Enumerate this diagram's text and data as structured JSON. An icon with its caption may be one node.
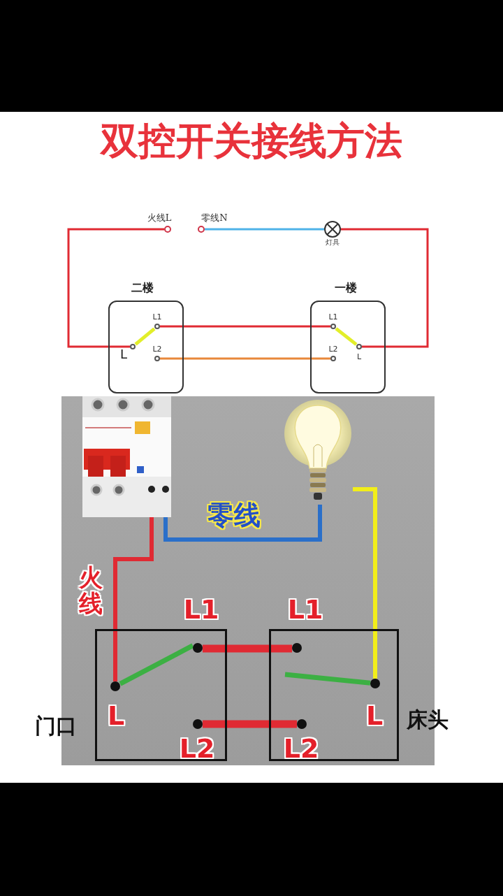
{
  "diagram": {
    "title": "双控开关接线方法",
    "nodes": [
      {
        "text": [],
        "shape": "circle",
        "beside": [
          "火线L"
        ]
      },
      {
        "text": [],
        "shape": "circle",
        "beside": [
          "零线N"
        ]
      },
      {
        "text": [],
        "shape": "circle",
        "beside": [
          "灯具"
        ]
      },
      {
        "text": [
          "二楼"
        ]
      },
      {
        "text": [],
        "shape": "circle",
        "beside": [
          "L"
        ],
        "in": 3
      },
      {
        "text": [],
        "shape": "circle",
        "beside": [
          "L1"
        ],
        "in": 3
      },
      {
        "text": [],
        "shape": "circle",
        "beside": [
          "L2"
        ],
        "in": 3
      },
      {
        "text": [
          "一楼"
        ]
      },
      {
        "text": [],
        "shape": "circle",
        "beside": [
          "L1"
        ],
        "in": 7
      },
      {
        "text": [],
        "shape": "circle",
        "beside": [
          "L2"
        ],
        "in": 7
      },
      {
        "text": [],
        "shape": "circle",
        "beside": [
          "L"
        ],
        "in": 7
      },
      {
        "text": [],
        "shape": "picture"
      },
      {
        "text": [],
        "shape": "picture"
      },
      {
        "text": [
          "门口"
        ]
      },
      {
        "text": [],
        "shape": "circle",
        "beside": [
          "L"
        ],
        "in": 13
      },
      {
        "text": [],
        "shape": "circle",
        "beside": [
          "L1"
        ],
        "in": 13
      },
      {
        "text": [],
        "shape": "circle",
        "beside": [
          "L2"
        ],
        "in": 13
      },
      {
        "text": [
          "床头"
        ]
      },
      {
        "text": [],
        "shape": "circle",
        "beside": [
          "L1"
        ],
        "in": 17
      },
      {
        "text": [],
        "shape": "circle",
        "beside": [
          "L2"
        ],
        "in": 17
      },
      {
        "text": [],
        "shape": "circle",
        "beside": [
          "L"
        ],
        "in": 17
      }
    ],
    "edges": [
      {
        "from": 0,
        "to": 4,
        "arrow": "none"
      },
      {
        "from": 1,
        "to": 2,
        "arrow": "none",
        "color": "#4fb3e8"
      },
      {
        "from": 2,
        "to": 10,
        "arrow": "none"
      },
      {
        "from": 5,
        "to": 8,
        "arrow": "none"
      },
      {
        "from": 6,
        "to": 9,
        "arrow": "none",
        "color": "#e8883a"
      },
      {
        "from": 4,
        "to": 5,
        "arrow": "none",
        "color": "#e2ee2a"
      },
      {
        "from": 10,
        "to": 8,
        "arrow": "none",
        "color": "#e2ee2a"
      },
      {
        "from": 11,
        "to": 14,
        "arrow": "none",
        "label": "火线"
      },
      {
        "from": 11,
        "to": 12,
        "arrow": "none",
        "label": "零线",
        "color": "#2a6fc9"
      },
      {
        "from": 12,
        "to": 20,
        "arrow": "none",
        "color": "#f2ee1a"
      },
      {
        "from": 15,
        "to": 18,
        "arrow": "none",
        "style": "thick"
      },
      {
        "from": 16,
        "to": 19,
        "arrow": "none",
        "style": "thick"
      },
      {
        "from": 14,
        "to": 15,
        "arrow": "none",
        "color": "#3cb043"
      },
      {
        "from": 20,
        "to": null,
        "arrow": "none",
        "color": "#3cb043"
      }
    ]
  }
}
